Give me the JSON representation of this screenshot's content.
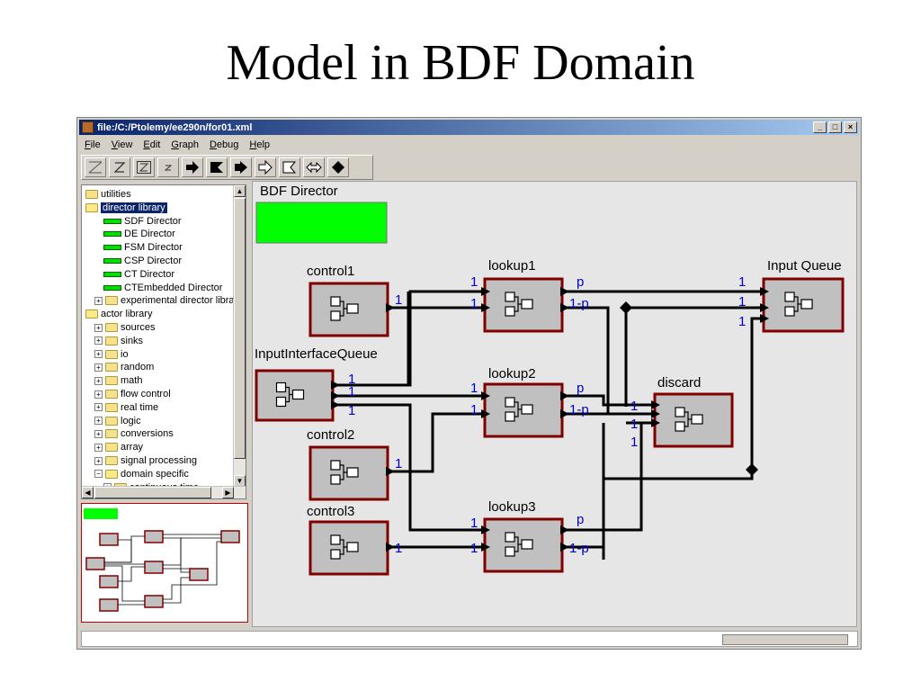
{
  "slide": {
    "title": "Model in BDF Domain"
  },
  "window": {
    "title": "file:/C:/Ptolemy/ee290n/for01.xml",
    "controls": [
      "_",
      "□",
      "×"
    ]
  },
  "menu": [
    "File",
    "View",
    "Edit",
    "Graph",
    "Debug",
    "Help"
  ],
  "toolbar": [
    "zoom-fit",
    "zoom-reset",
    "zoom-box",
    "zoom-small",
    "go",
    "pause",
    "resume",
    "step",
    "stop-outline",
    "pause-outline",
    "resume-outline",
    "stop"
  ],
  "library": {
    "items": [
      {
        "label": "utilities",
        "kind": "folder",
        "indent": 0,
        "expander": ""
      },
      {
        "label": "director library",
        "kind": "folder-open",
        "indent": 0,
        "expander": "",
        "selected": true
      },
      {
        "label": "SDF Director",
        "kind": "director",
        "indent": 2
      },
      {
        "label": "DE Director",
        "kind": "director",
        "indent": 2
      },
      {
        "label": "FSM Director",
        "kind": "director",
        "indent": 2
      },
      {
        "label": "CSP Director",
        "kind": "director",
        "indent": 2
      },
      {
        "label": "CT Director",
        "kind": "director",
        "indent": 2
      },
      {
        "label": "CTEmbedded Director",
        "kind": "director",
        "indent": 2
      },
      {
        "label": "experimental director libra",
        "kind": "folder",
        "indent": 1,
        "expander": "+"
      },
      {
        "label": "actor library",
        "kind": "folder-open",
        "indent": 0,
        "expander": ""
      },
      {
        "label": "sources",
        "kind": "folder",
        "indent": 1,
        "expander": "+"
      },
      {
        "label": "sinks",
        "kind": "folder",
        "indent": 1,
        "expander": "+"
      },
      {
        "label": "io",
        "kind": "folder",
        "indent": 1,
        "expander": "+"
      },
      {
        "label": "random",
        "kind": "folder",
        "indent": 1,
        "expander": "+"
      },
      {
        "label": "math",
        "kind": "folder",
        "indent": 1,
        "expander": "+"
      },
      {
        "label": "flow control",
        "kind": "folder",
        "indent": 1,
        "expander": "+"
      },
      {
        "label": "real time",
        "kind": "folder",
        "indent": 1,
        "expander": "+"
      },
      {
        "label": "logic",
        "kind": "folder",
        "indent": 1,
        "expander": "+"
      },
      {
        "label": "conversions",
        "kind": "folder",
        "indent": 1,
        "expander": "+"
      },
      {
        "label": "array",
        "kind": "folder",
        "indent": 1,
        "expander": "+"
      },
      {
        "label": "signal processing",
        "kind": "folder",
        "indent": 1,
        "expander": "+"
      },
      {
        "label": "domain specific",
        "kind": "folder-open",
        "indent": 1,
        "expander": "−"
      },
      {
        "label": "continuous time",
        "kind": "folder",
        "indent": 2,
        "expander": "+"
      }
    ]
  },
  "graph": {
    "director_label": "BDF Director",
    "actors": {
      "control1": "control1",
      "control2": "control2",
      "control3": "control3",
      "iiq": "InputInterfaceQueue",
      "lookup1": "lookup1",
      "lookup2": "lookup2",
      "lookup3": "lookup3",
      "discard": "discard",
      "input_queue": "Input Queue"
    },
    "port_one": "1",
    "port_p": "p",
    "port_1p": "1-p",
    "colors": {
      "director": "#00ff00",
      "actor_fill": "#c0c0c0",
      "actor_border": "#800000",
      "port_text": "#0000cc",
      "wire": "#000000"
    }
  }
}
